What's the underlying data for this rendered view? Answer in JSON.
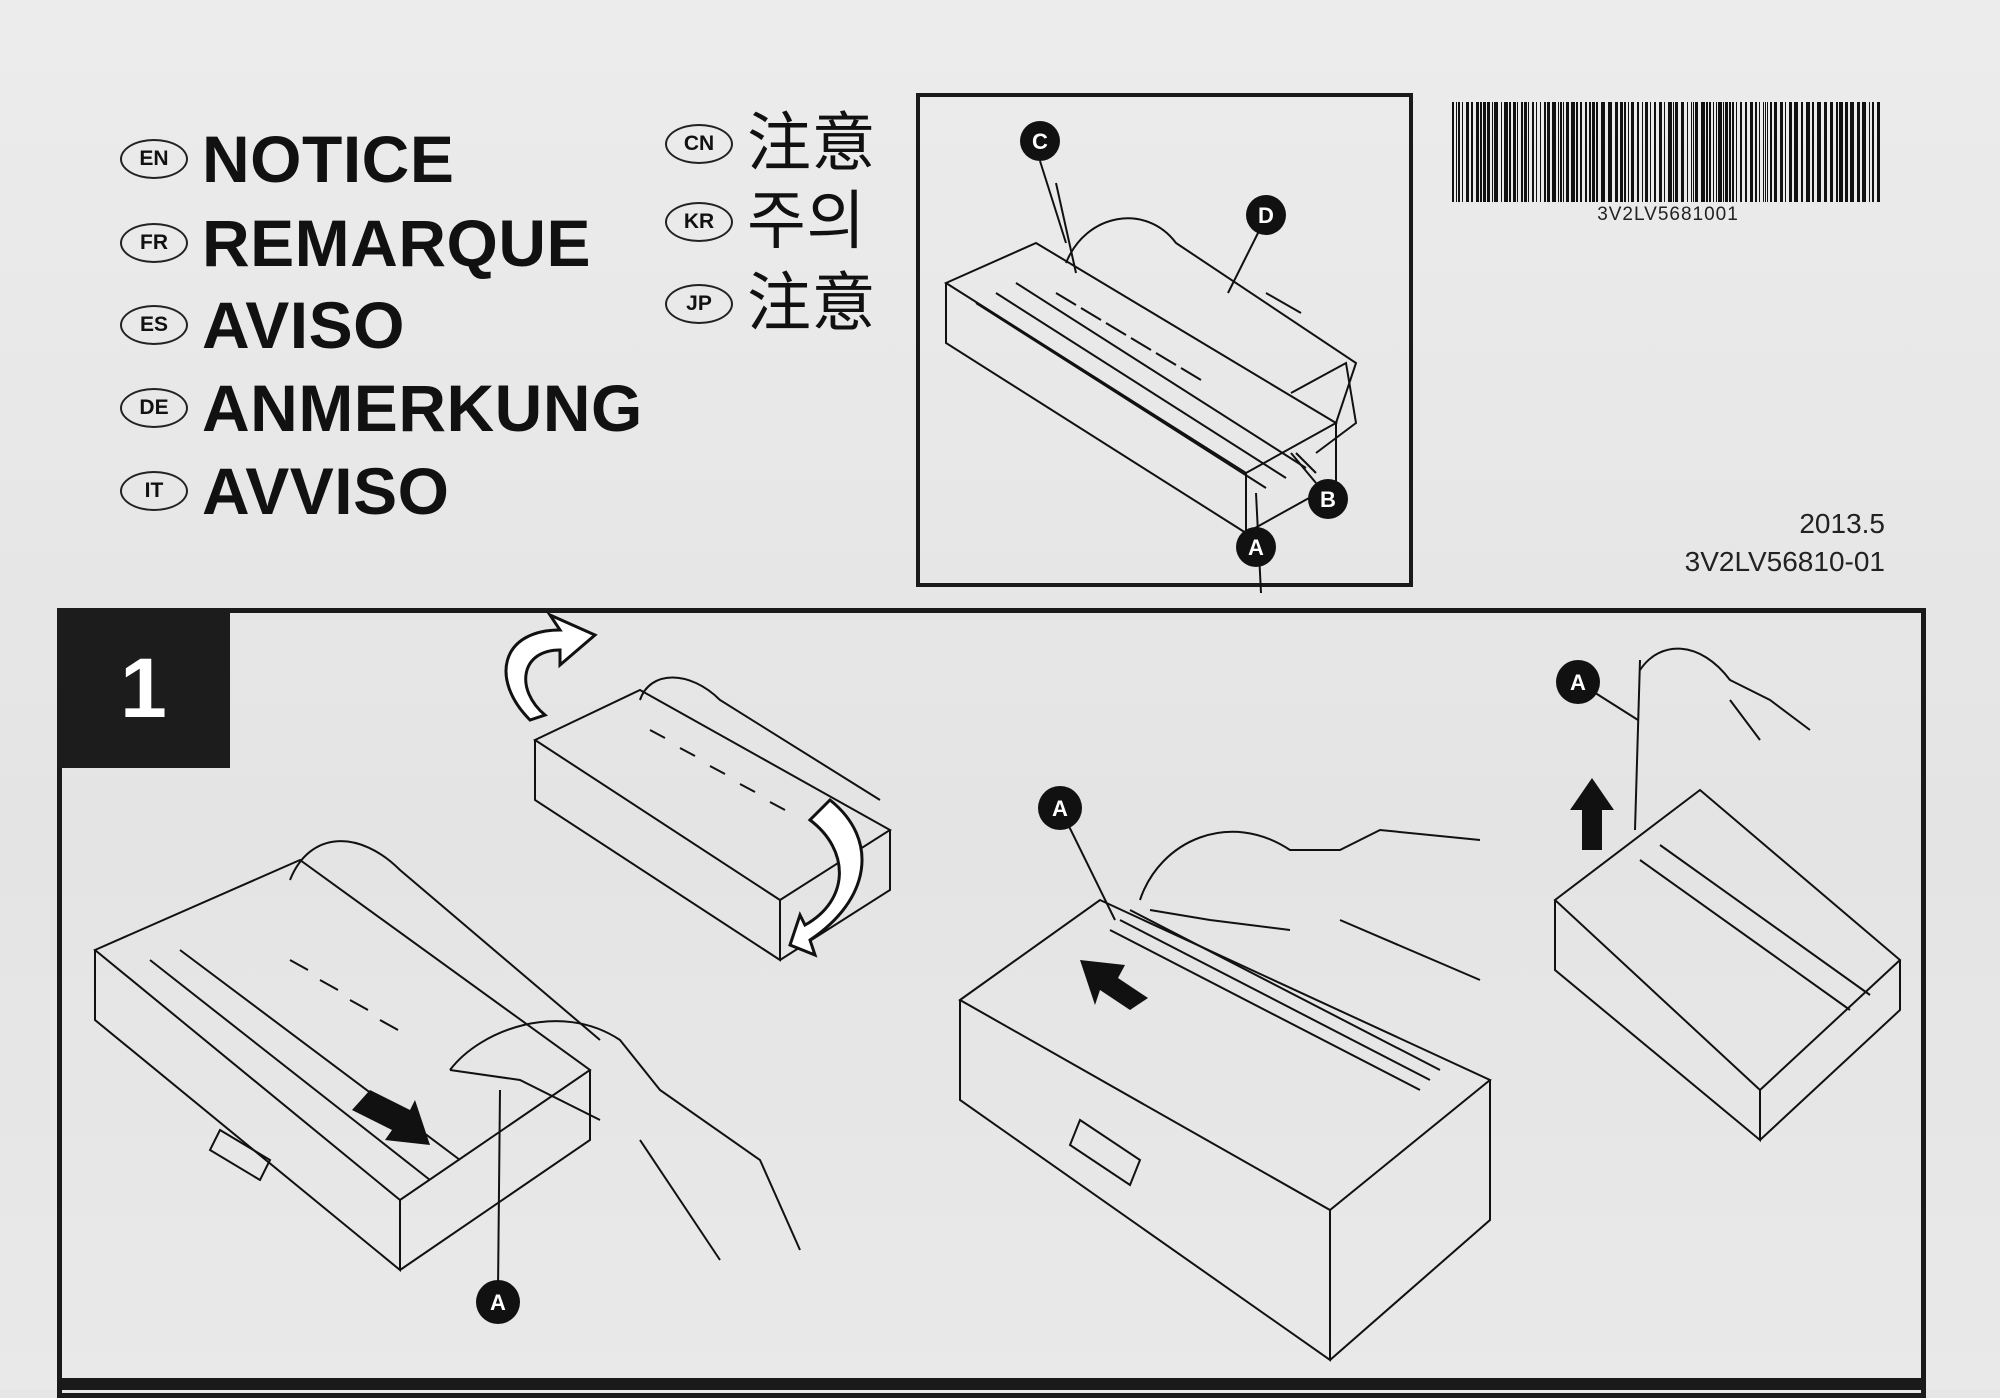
{
  "notice_titles": [
    {
      "code": "EN",
      "title": "NOTICE"
    },
    {
      "code": "FR",
      "title": "REMARQUE"
    },
    {
      "code": "ES",
      "title": "AVISO"
    },
    {
      "code": "DE",
      "title": "ANMERKUNG"
    },
    {
      "code": "IT",
      "title": "AVVISO"
    }
  ],
  "asian_titles": [
    {
      "code": "CN",
      "title": "注意"
    },
    {
      "code": "KR",
      "title": "주의"
    },
    {
      "code": "JP",
      "title": "注意"
    }
  ],
  "overview_figure": {
    "labels": [
      "A",
      "B",
      "C",
      "D"
    ]
  },
  "barcode": {
    "text": "3V2LV5681001"
  },
  "document": {
    "date": "2013.5",
    "code": "3V2LV56810-01"
  },
  "step": {
    "number": "1",
    "labels": [
      "A",
      "A",
      "A"
    ]
  }
}
